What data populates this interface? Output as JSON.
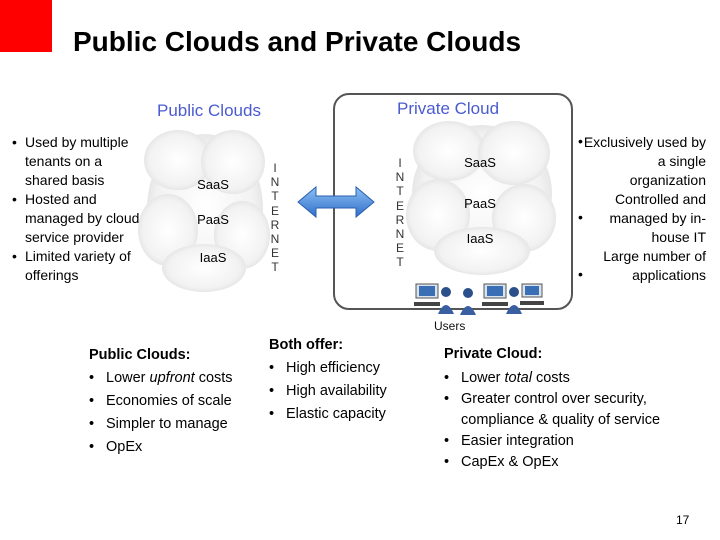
{
  "title": "Public Clouds and Private Clouds",
  "public_cloud": {
    "heading": "Public Clouds",
    "services": [
      "SaaS",
      "PaaS",
      "IaaS"
    ],
    "bullets": [
      "Used by multiple tenants on a shared basis",
      "Hosted and managed by cloud service provider",
      "Limited variety of offerings"
    ]
  },
  "private_cloud": {
    "heading": "Private Cloud",
    "services": [
      "SaaS",
      "PaaS",
      "IaaS"
    ],
    "users_label": "Users",
    "bullets": [
      "Exclusively used by a single organization",
      "Controlled and managed by in-house IT",
      "Large number of applications"
    ]
  },
  "internet_letters": [
    "I",
    "N",
    "T",
    "E",
    "R",
    "N",
    "E",
    "T"
  ],
  "summaries": {
    "public": {
      "title": "Public Clouds:",
      "items": [
        "Lower upfront costs",
        "Economies of scale",
        "Simpler to manage",
        "OpEx"
      ]
    },
    "both": {
      "title": "Both offer:",
      "items": [
        "High efficiency",
        "High availability",
        "Elastic capacity"
      ]
    },
    "private": {
      "title": "Private Cloud:",
      "items": [
        "Lower total costs",
        "Greater control over security, compliance & quality of service",
        "Easier integration",
        "CapEx & OpEx"
      ]
    }
  },
  "page_number": "17",
  "colors": {
    "accent_red": "#ff0000",
    "heading_blue": "#4a5bd0",
    "arrow_blue": "#3a7fd6"
  }
}
